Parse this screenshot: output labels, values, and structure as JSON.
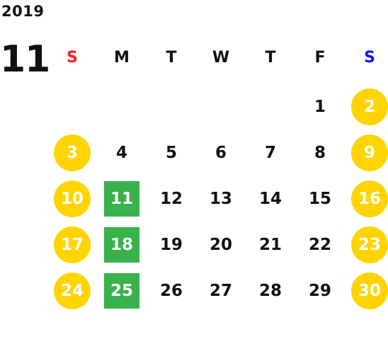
{
  "calendar": {
    "year": "2019",
    "month": "11",
    "weekdays": [
      {
        "label": "S",
        "color": "#ff1e1e"
      },
      {
        "label": "M",
        "color": "#111111"
      },
      {
        "label": "T",
        "color": "#111111"
      },
      {
        "label": "W",
        "color": "#111111"
      },
      {
        "label": "T",
        "color": "#111111"
      },
      {
        "label": "F",
        "color": "#111111"
      },
      {
        "label": "S",
        "color": "#1111ff"
      }
    ],
    "weeks": [
      [
        null,
        null,
        null,
        null,
        null,
        "1",
        "2"
      ],
      [
        "3",
        "4",
        "5",
        "6",
        "7",
        "8",
        "9"
      ],
      [
        "10",
        "11",
        "12",
        "13",
        "14",
        "15",
        "16"
      ],
      [
        "17",
        "18",
        "19",
        "20",
        "21",
        "22",
        "23"
      ],
      [
        "24",
        "25",
        "26",
        "27",
        "28",
        "29",
        "30"
      ]
    ],
    "highlighted_days": [
      "11",
      "18",
      "25"
    ],
    "colors": {
      "weekend_circle": "#ffd400",
      "highlight_square": "#39b24b",
      "sunday_header": "#ff1e1e",
      "saturday_header": "#1111ff"
    }
  }
}
